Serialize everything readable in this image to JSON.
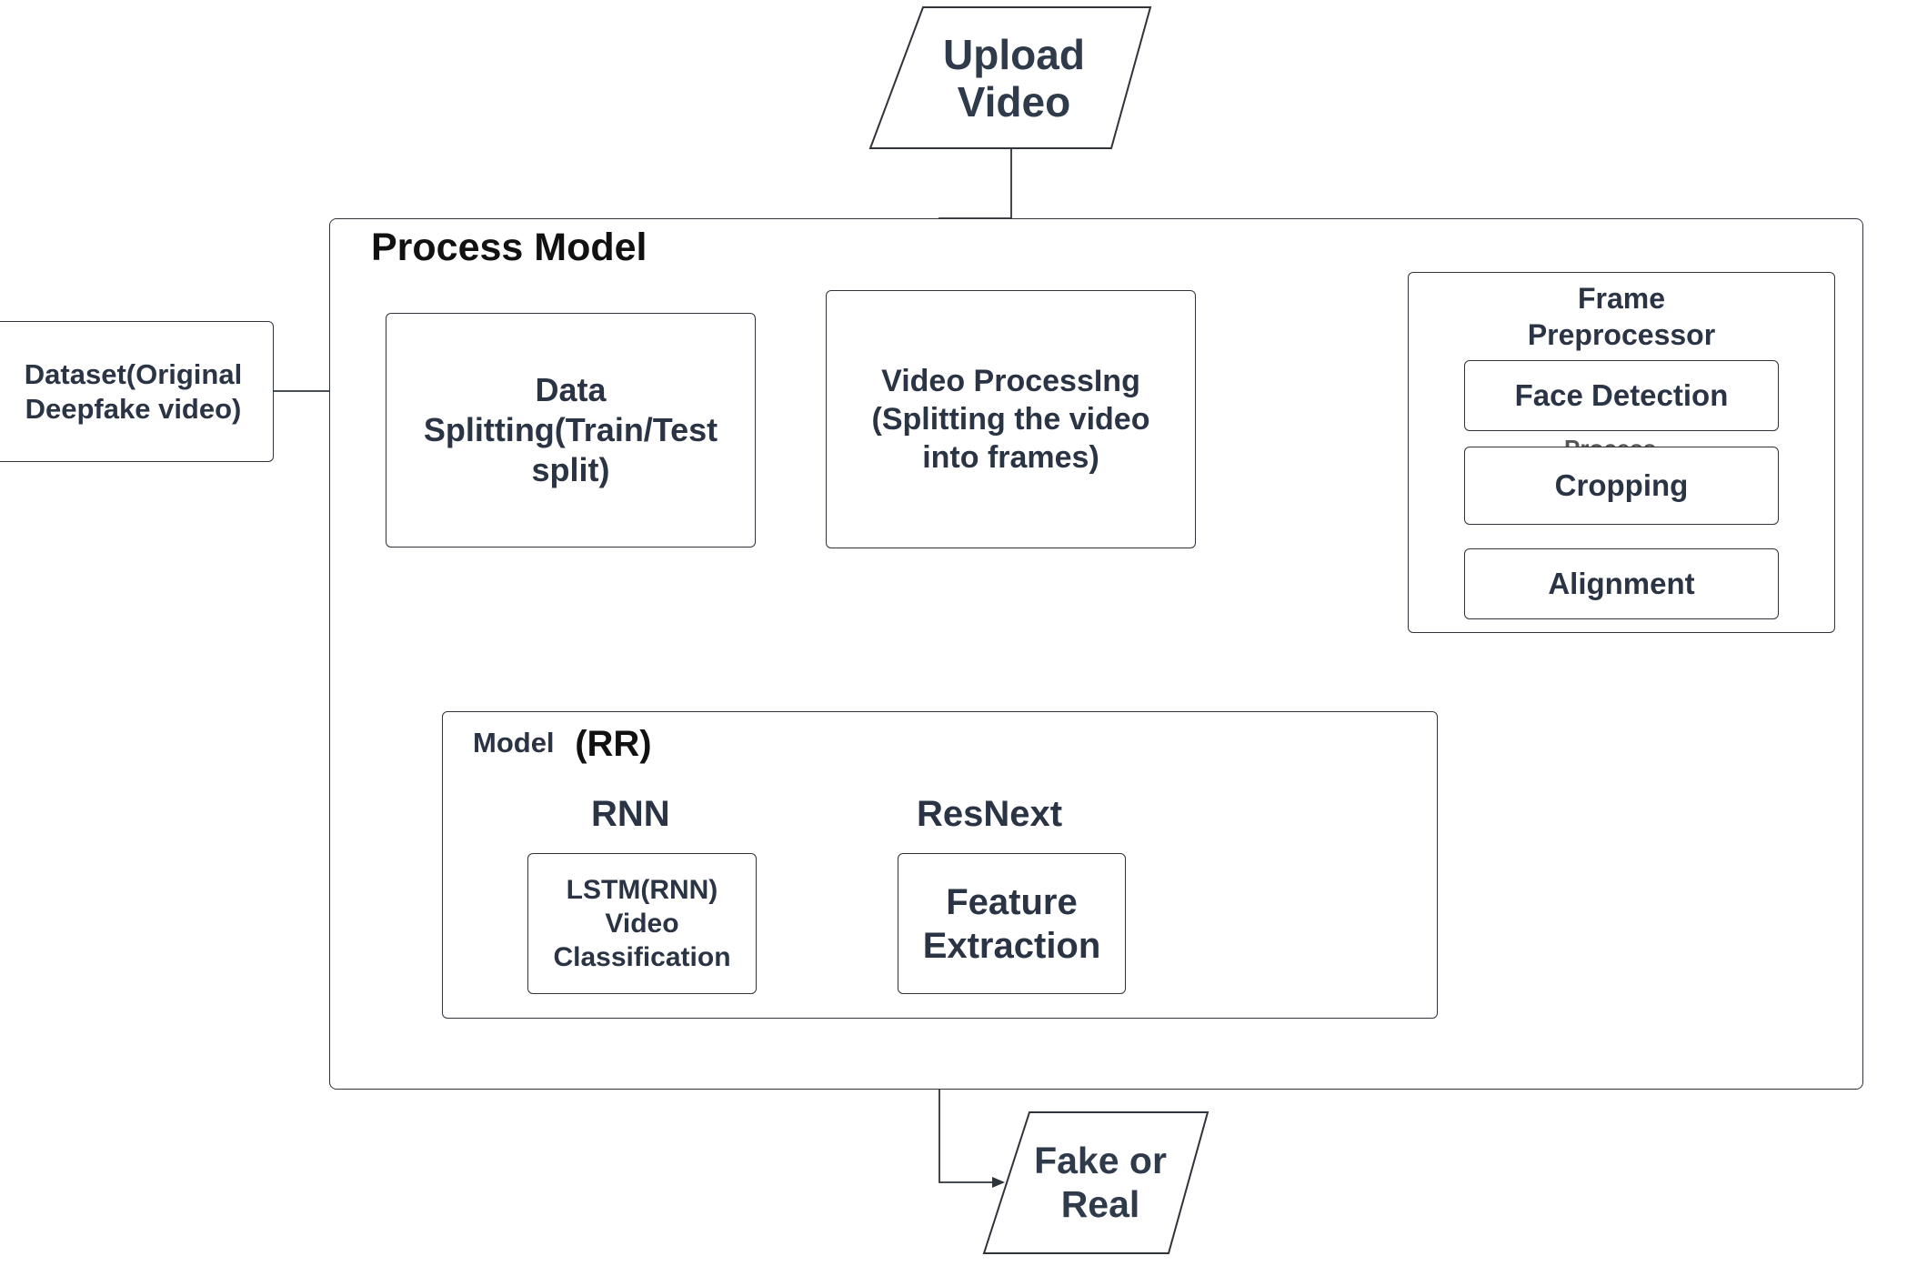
{
  "upload": {
    "label": "Upload Video"
  },
  "dataset": {
    "label": "Dataset(Original Deepfake video)"
  },
  "process_model": {
    "title": "Process Model"
  },
  "data_splitting": {
    "label": "Data Splitting(Train/Test split)"
  },
  "video_processing": {
    "label": "Video ProcessIng (Splitting the video into frames)"
  },
  "frame_preprocessor": {
    "title": "Frame Preprocessor",
    "steps": [
      "Face Detection",
      "Cropping",
      "Alignment"
    ],
    "hidden_text": "Process"
  },
  "model": {
    "title": "Model",
    "title_suffix": "(RR)",
    "rnn_heading": "RNN",
    "resnext_heading": "ResNext",
    "lstm_label": "LSTM(RNN) Video Classification",
    "feature_label": "Feature Extraction"
  },
  "output": {
    "label": "Fake or Real"
  },
  "colors": {
    "stroke": "#2f343b",
    "text": "#2a3444"
  }
}
